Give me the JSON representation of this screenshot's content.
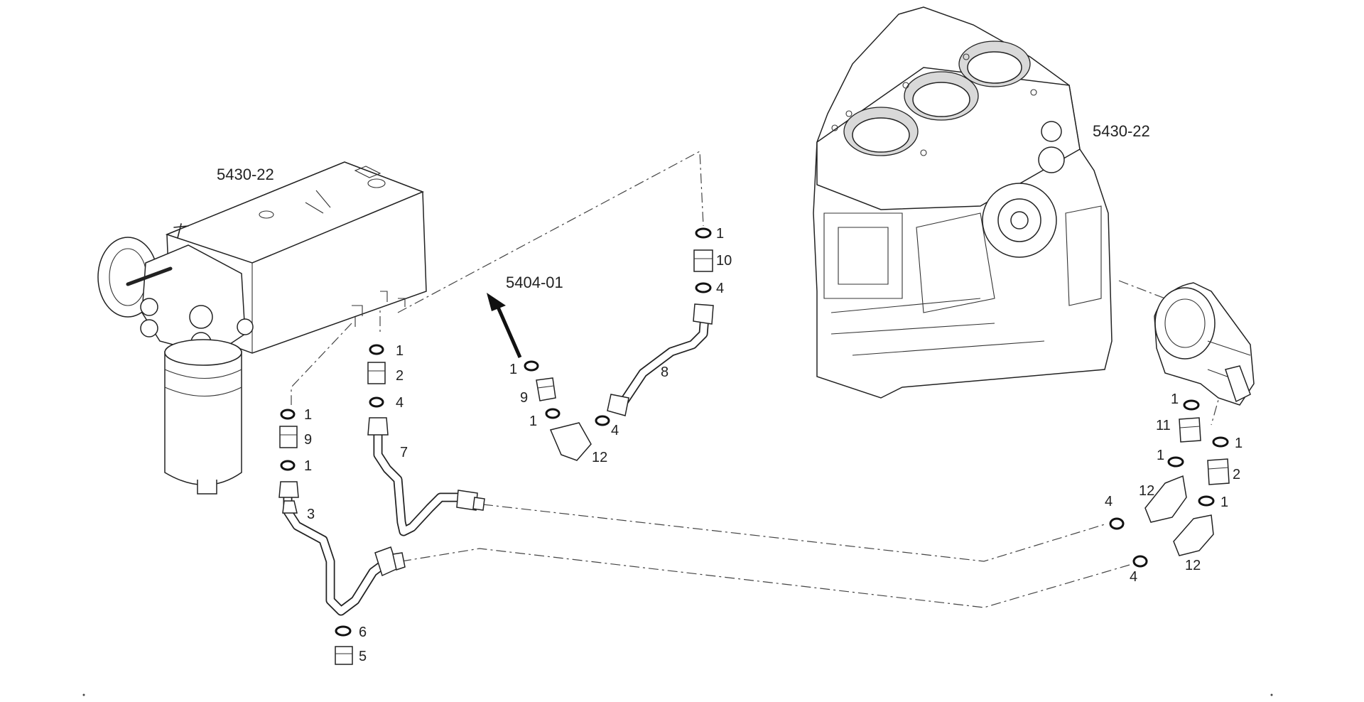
{
  "references": {
    "filter_group": "5430-22",
    "block_group": "5430-22",
    "arrow_group": "5404-01"
  },
  "callouts": {
    "a1": "1",
    "a2": "2",
    "a4": "4",
    "b1a": "1",
    "b9": "9",
    "b1b": "1",
    "pipe3": "3",
    "pipe7": "7",
    "pipe8": "8",
    "c6": "6",
    "c5": "5",
    "d1": "1",
    "d10": "10",
    "d4": "4",
    "e1a": "1",
    "e9": "9",
    "e1b": "1",
    "e4": "4",
    "e12": "12",
    "f1a": "1",
    "f11": "11",
    "f1b": "1",
    "f12": "12",
    "f4a": "4",
    "g1a": "1",
    "g2": "2",
    "g1b": "1",
    "g12": "12",
    "g4b": "4"
  },
  "colors": {
    "ink": "#222222",
    "shade": "#d9d9d9",
    "paper": "#ffffff"
  }
}
